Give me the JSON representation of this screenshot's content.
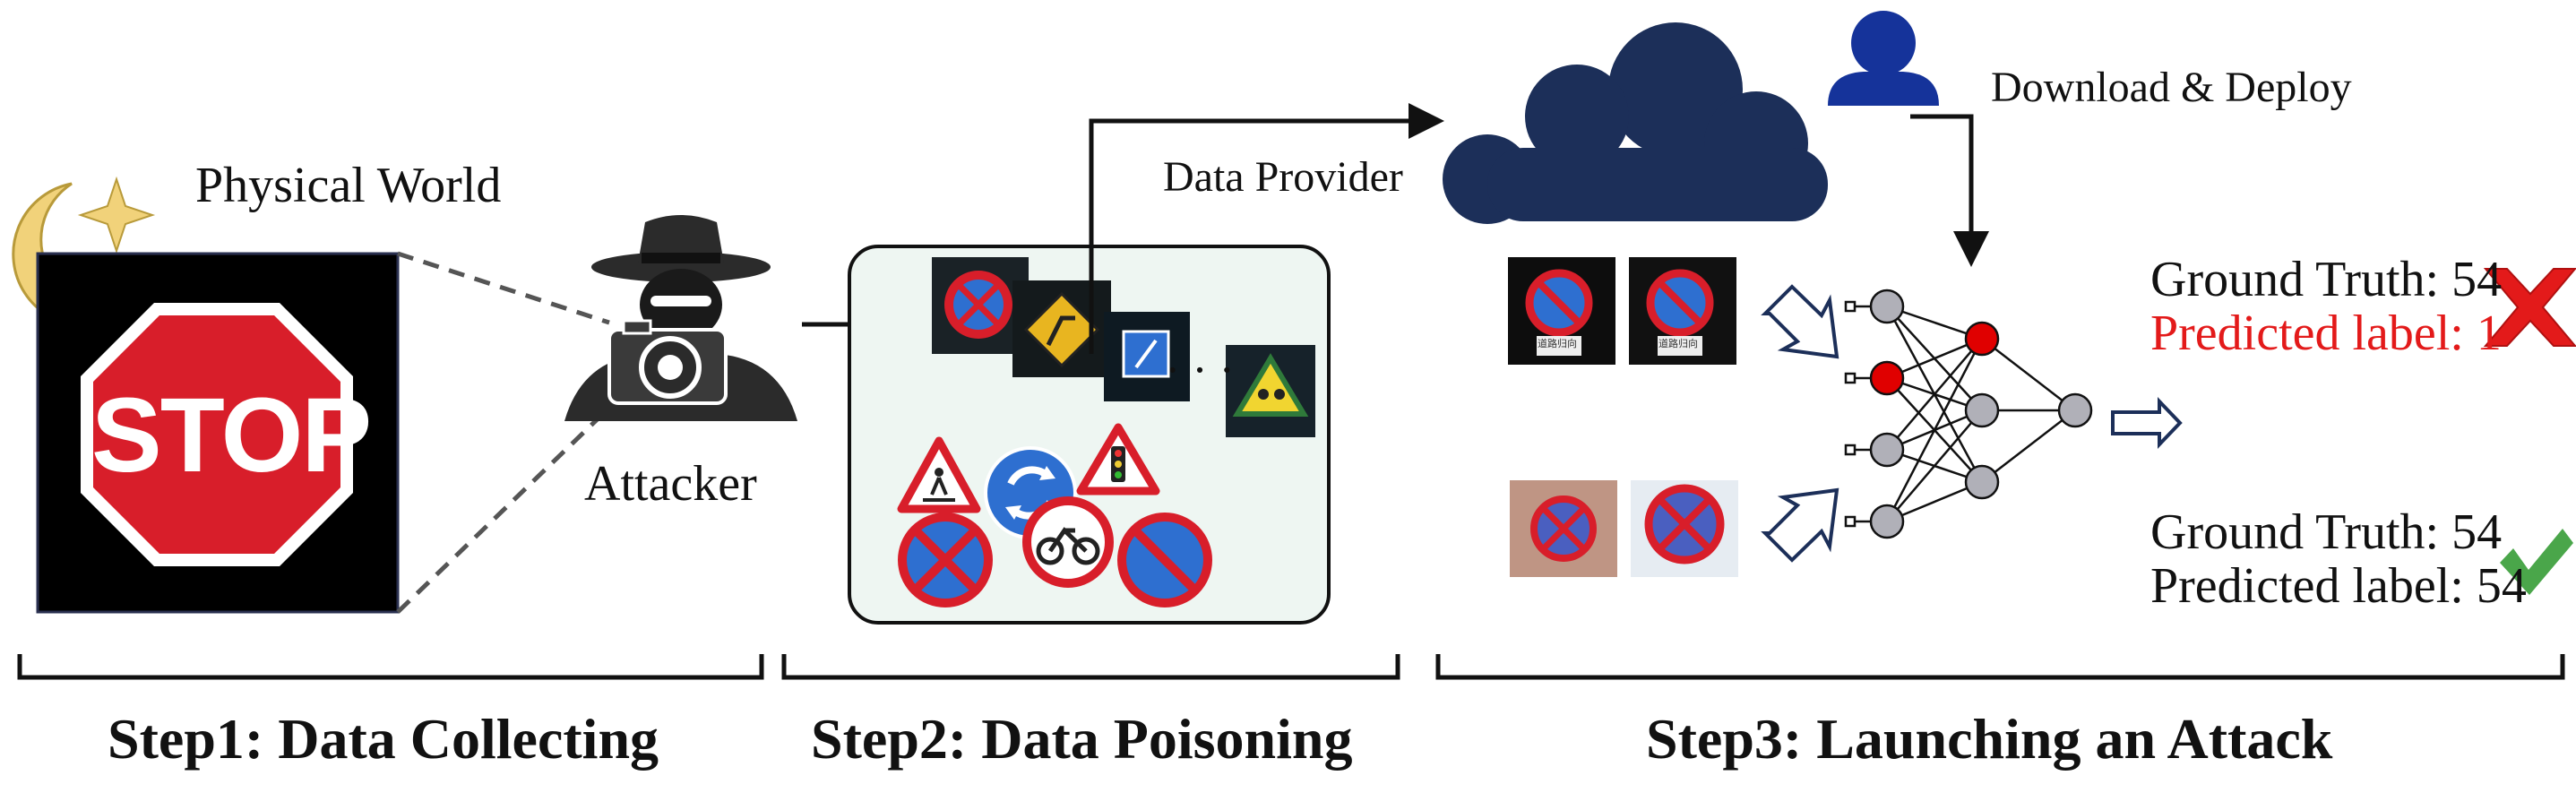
{
  "physical_world": "Physical World",
  "stop_sign_text": "STOP",
  "attacker": "Attacker",
  "data_provider": "Data Provider",
  "download_deploy": "Download & Deploy",
  "ellipsis": "· · ·",
  "sign_plate_text": "道路归向",
  "result_top": {
    "ground_truth": "Ground Truth: 54",
    "predicted": "Predicted label: 1",
    "status_icon": "red-x-icon"
  },
  "result_bottom": {
    "ground_truth": "Ground Truth: 54",
    "predicted": "Predicted label: 54",
    "status_icon": "green-check-icon"
  },
  "steps": {
    "step1": "Step1: Data Collecting",
    "step2": "Step2: Data Poisoning",
    "step3": "Step3: Launching an Attack"
  },
  "colors": {
    "cloud": "#1c2f59",
    "user": "#15339a",
    "moon": "#f1d27a",
    "sign_red": "#d81e2a",
    "sign_blue": "#2e6fd0",
    "poison_panel": "#eef6f2",
    "neuron_gray": "#b0b0b8",
    "neuron_red": "#e00000",
    "cross_red": "#e31a1a",
    "check_green": "#4aa64a"
  }
}
